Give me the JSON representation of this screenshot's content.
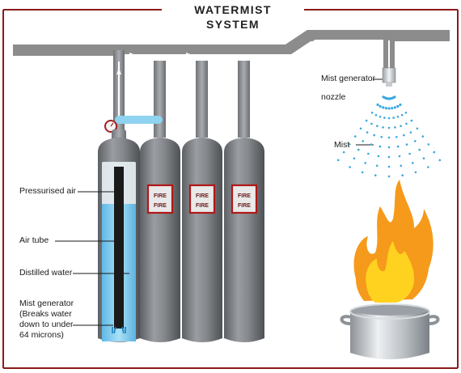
{
  "title": "WATERMIST SYSTEM",
  "labels": {
    "pressurised_air": "Pressurised air",
    "air_tube": "Air tube",
    "distilled_water": "Distilled water",
    "mist_generator_lines": [
      "Mist generator",
      "(Breaks water",
      "down to under",
      "64 microns)"
    ],
    "nozzle_lines": [
      "Mist generator",
      "nozzle"
    ],
    "mist": "Mist"
  },
  "cylinder_badges": [
    {
      "text_lines": [
        "FIRE",
        "FIRE"
      ]
    },
    {
      "text_lines": [
        "FIRE",
        "FIRE"
      ]
    },
    {
      "text_lines": [
        "FIRE",
        "FIRE"
      ]
    }
  ],
  "colors": {
    "frame": "#8b1a1a",
    "pipe": "#8c8c8c",
    "cylinder": "#7a7d80",
    "water": "#8fd3f0",
    "flame_outer": "#f59a1b",
    "flame_inner": "#ffd21f",
    "pot": "#c8ccd0",
    "mist_drop": "#3aa7e0"
  }
}
